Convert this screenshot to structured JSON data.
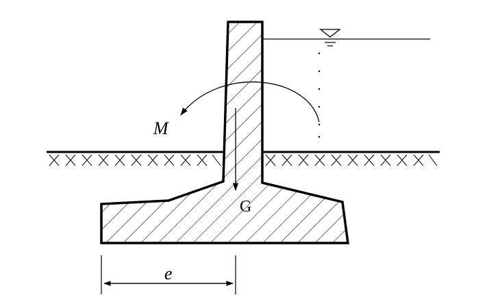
{
  "labels": {
    "moment": "M",
    "weight": "G",
    "eccentricity": "e"
  },
  "colors": {
    "ink": "#000000",
    "background": "#ffffff"
  },
  "icons": {
    "water_level": "water-level-triangle-icon"
  }
}
